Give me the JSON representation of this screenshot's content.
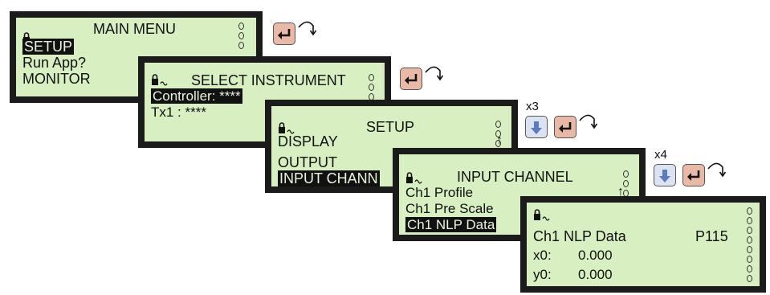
{
  "screens": [
    {
      "title": "MAIN MENU",
      "lines": [
        "SETUP",
        "Run App?",
        "MONITOR"
      ],
      "highlighted": 0
    },
    {
      "title": "SELECT INSTRUMENT",
      "lines": [
        "Controller: ****",
        "Tx1 : ****"
      ],
      "highlighted": 0
    },
    {
      "title": "SETUP",
      "lines": [
        "DISPLAY",
        "OUTPUT",
        "INPUT CHANN"
      ],
      "highlighted": 2
    },
    {
      "title": "INPUT CHANNEL",
      "lines": [
        "Ch1 Profile",
        "Ch1 Pre Scale",
        "Ch1 NLP Data"
      ],
      "highlighted": 2
    },
    {
      "title": "",
      "header_label": "Ch1 NLP Data",
      "header_code": "P115",
      "fields": [
        {
          "name": "x0:",
          "value": "0.000"
        },
        {
          "name": "y0:",
          "value": "0.000"
        }
      ]
    }
  ],
  "transitions": [
    {
      "repeat": "",
      "down_key": false,
      "enter_key": true
    },
    {
      "repeat": "",
      "down_key": false,
      "enter_key": true
    },
    {
      "repeat": "x3",
      "down_key": true,
      "enter_key": true
    },
    {
      "repeat": "x4",
      "down_key": true,
      "enter_key": true
    }
  ],
  "icons": {
    "lock": "lock-icon",
    "enter": "enter-key-icon",
    "down": "down-arrow-key-icon",
    "scroll_up": "up-arrow-icon",
    "indicator": "indicator-dot-icon"
  },
  "colors": {
    "lcd_background": "#d7efc1",
    "bezel": "#1b1b1b",
    "enter_key": "#e9b9a6",
    "down_key": "#dbe3f3",
    "down_arrow": "#5b7bbf"
  }
}
